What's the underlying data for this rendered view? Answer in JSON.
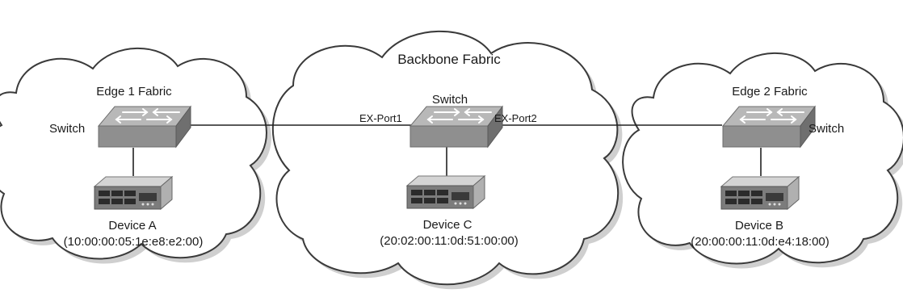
{
  "fabrics": {
    "edge1": {
      "title": "Edge 1 Fabric",
      "switch_label": "Switch",
      "device_name": "Device A",
      "device_wwn": "(10:00:00:05:1e:e8:e2:00)"
    },
    "backbone": {
      "title": "Backbone Fabric",
      "switch_label": "Switch",
      "port1": "EX-Port1",
      "port2": "EX-Port2",
      "device_name": "Device C",
      "device_wwn": "(20:02:00:11:0d:51:00:00)"
    },
    "edge2": {
      "title": "Edge 2 Fabric",
      "switch_label": "Switch",
      "device_name": "Device B",
      "device_wwn": "(20:00:00:11:0d:e4:18:00)"
    }
  },
  "colors": {
    "cloud_fill": "#ffffff",
    "cloud_shadow": "#cfcfcf",
    "cloud_stroke": "#3a3a3a",
    "switch_front": "#8f8f8f",
    "switch_top": "#b8b8b8",
    "device_body": "#7c7c7c",
    "link": "#222222"
  },
  "icons": {
    "switch": "network-switch-icon",
    "device": "storage-device-icon"
  }
}
